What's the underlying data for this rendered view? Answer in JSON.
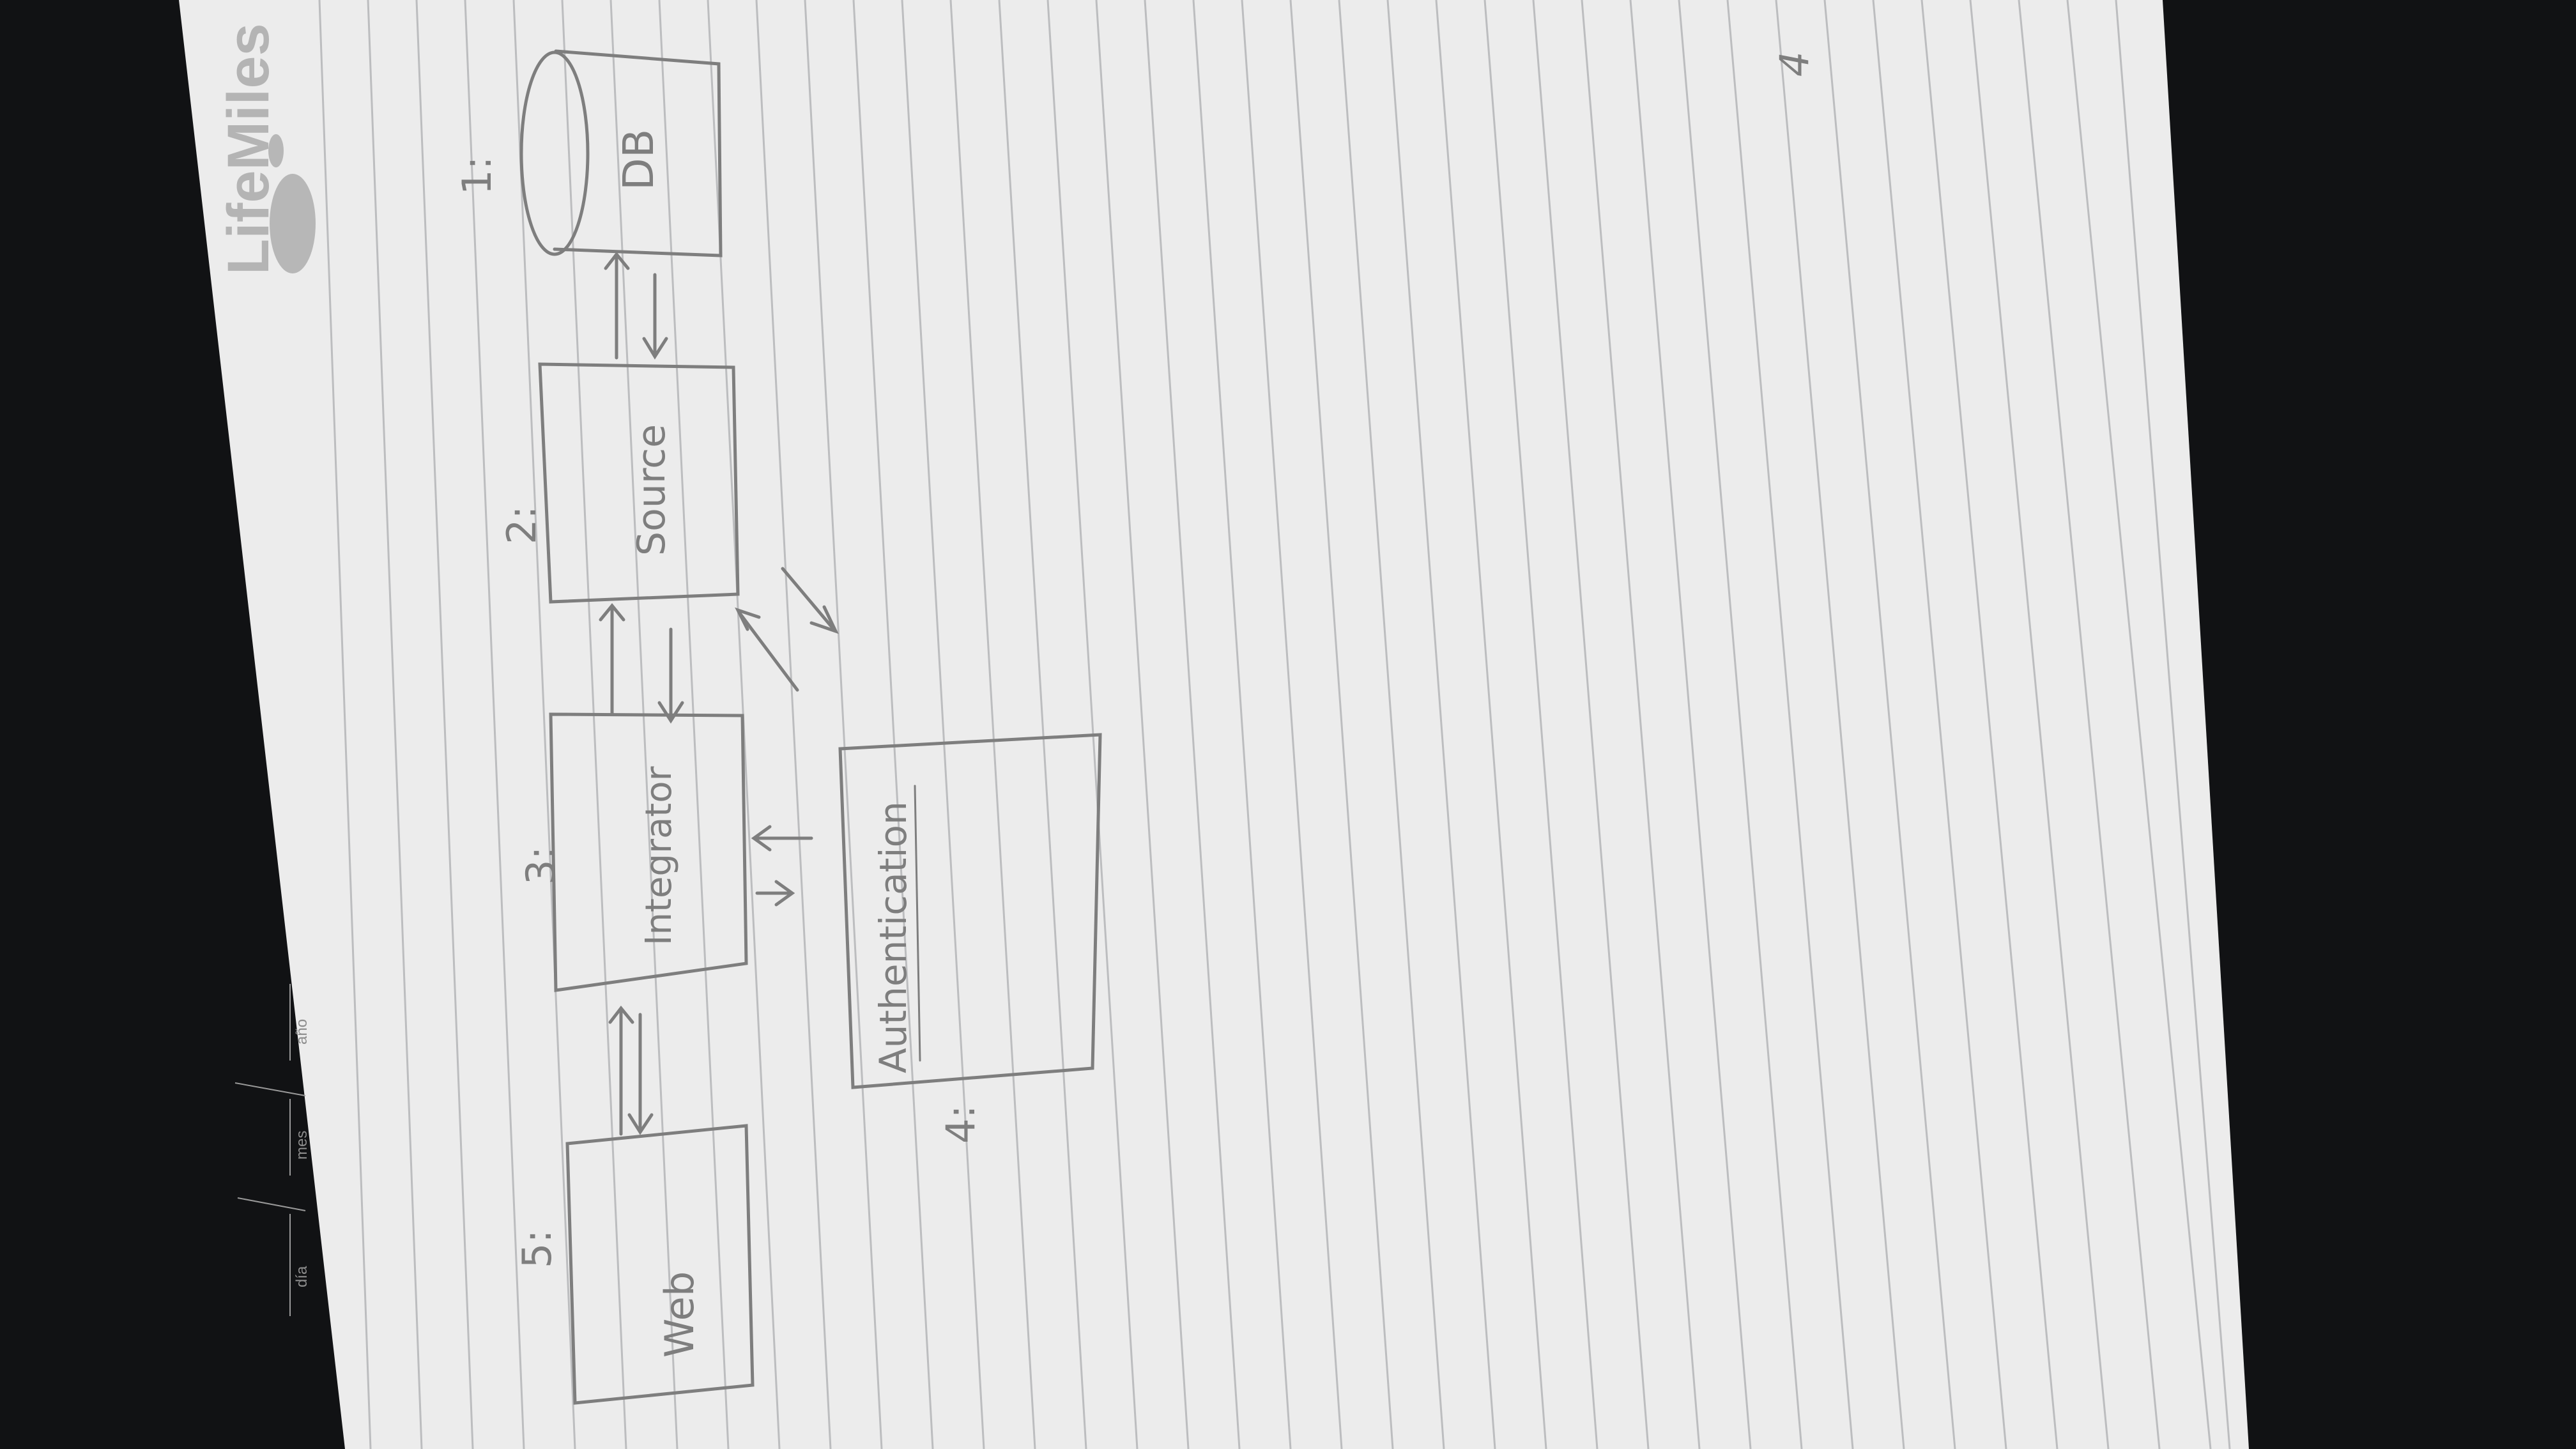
{
  "colors": {
    "background": "#111214",
    "paper": "#ededed",
    "rule_line": "#bcbdbf",
    "pencil": "#7e7e7e",
    "logo": "#b4b4b4"
  },
  "header": {
    "logo_text": "LifeMiles",
    "date_labels": {
      "day": "día",
      "month": "mes",
      "year": "año"
    }
  },
  "page_number": "4",
  "diagram": {
    "nodes": [
      {
        "id": "db",
        "label": "DB",
        "number": "1:",
        "shape": "cylinder"
      },
      {
        "id": "source",
        "label": "Source",
        "number": "2:",
        "shape": "box"
      },
      {
        "id": "integrator",
        "label": "Integrator",
        "number": "3:",
        "shape": "box"
      },
      {
        "id": "authentication",
        "label": "Authentication",
        "number": "4:",
        "shape": "box"
      },
      {
        "id": "web",
        "label": "Web",
        "number": "5:",
        "shape": "box"
      }
    ],
    "connections": [
      {
        "from": "web",
        "to": "integrator",
        "direction": "bidirectional"
      },
      {
        "from": "integrator",
        "to": "source",
        "direction": "bidirectional"
      },
      {
        "from": "source",
        "to": "db",
        "direction": "bidirectional"
      },
      {
        "from": "integrator",
        "to": "authentication",
        "direction": "bidirectional"
      },
      {
        "from": "source",
        "to": "authentication",
        "direction": "bidirectional"
      }
    ]
  }
}
